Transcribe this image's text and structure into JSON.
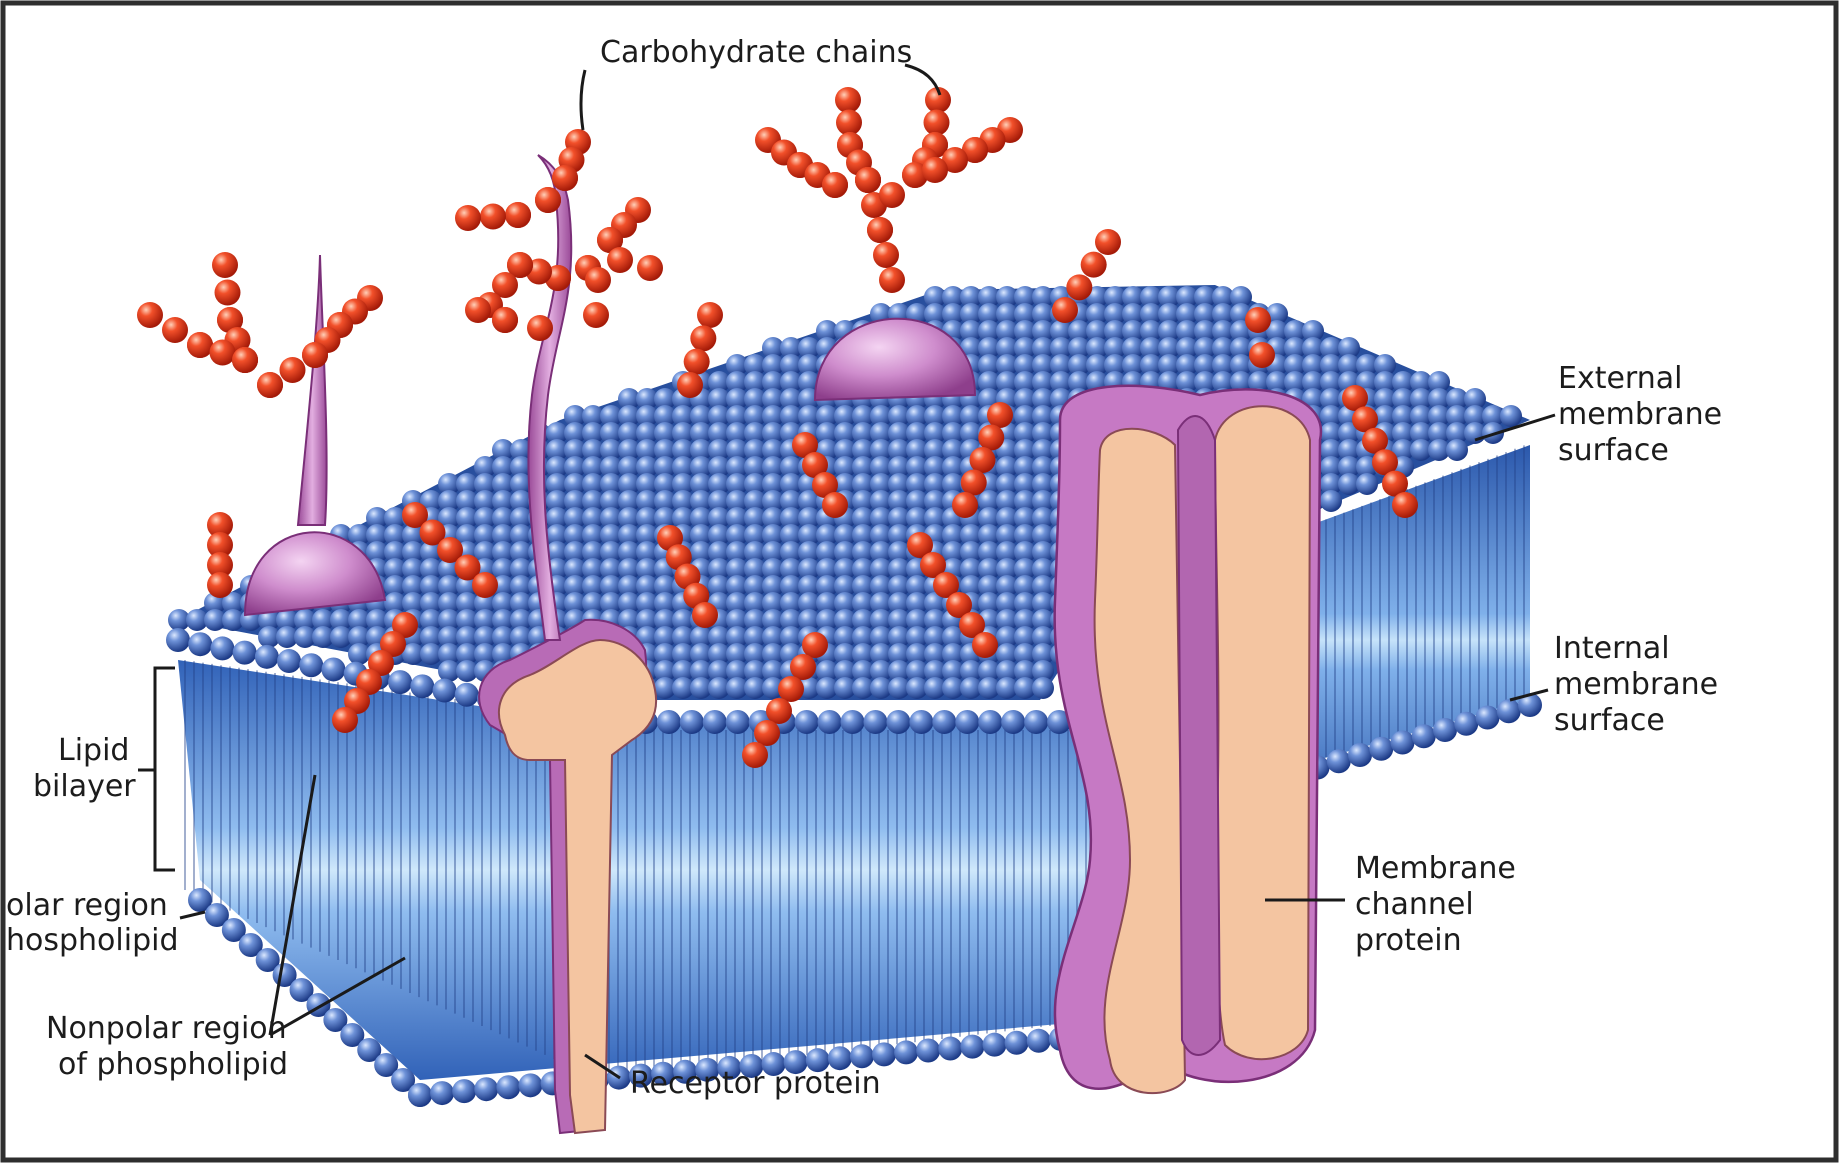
{
  "figure": {
    "colors": {
      "head": "#3e66b8",
      "head_dark": "#1c3a86",
      "head_light": "#a9c4f0",
      "tail_band": "#3a6cc4",
      "tail_core": "#bfe0f8",
      "protein_pink": "#c97ec8",
      "protein_pink_dark": "#8e3f8c",
      "protein_inner": "#f4c5a1",
      "sugar_red": "#e83a1e",
      "sugar_dark": "#a41a08"
    },
    "icons": {
      "phospholipid_head": "blue-sphere",
      "carbohydrate_unit": "red-sphere"
    }
  },
  "labels": {
    "carbohydrate": "Carbohydrate chains",
    "external": [
      "External",
      "membrane",
      "surface"
    ],
    "internal": [
      "Internal",
      "membrane",
      "surface"
    ],
    "lipid_bilayer": [
      "Lipid",
      "bilayer"
    ],
    "polar": [
      "olar region",
      "hospholipid"
    ],
    "nonpolar": [
      "Nonpolar region",
      "of phospholipid"
    ],
    "receptor": "Receptor protein",
    "channel": [
      "Membrane",
      "channel",
      "protein"
    ]
  }
}
